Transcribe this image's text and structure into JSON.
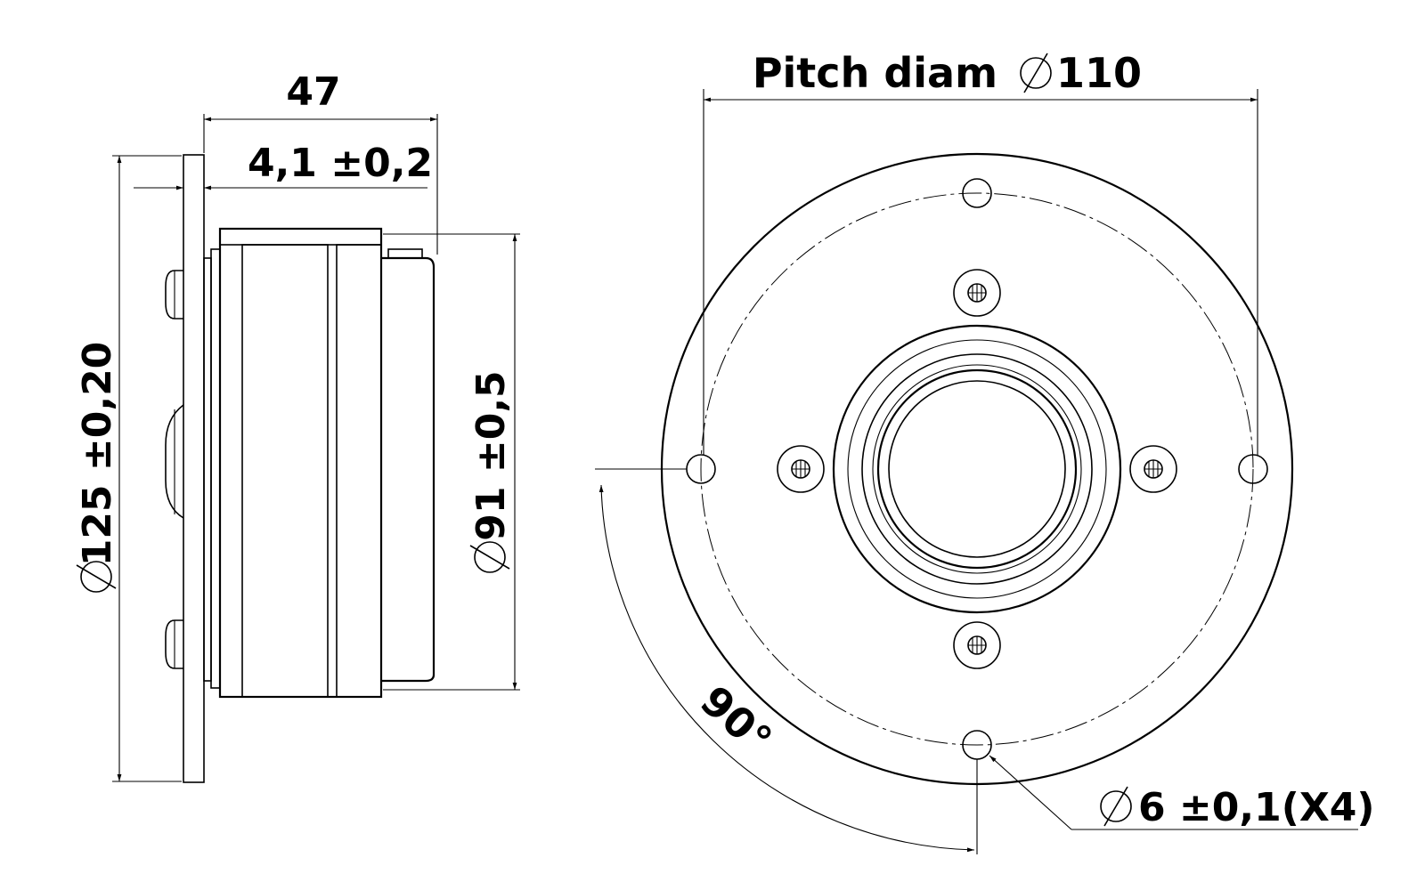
{
  "side_view": {
    "depth_total": "47",
    "flange_thickness": "4,1 ±0,2",
    "flange_diameter": "125 ±0,20",
    "body_diameter": "91 ±0,5"
  },
  "front_view": {
    "pitch_diameter": "Pitch diam",
    "pitch_value": "110",
    "angle": "90°",
    "hole": "6 ±0,1(X4)"
  },
  "symbols": {
    "diameter": "∅"
  }
}
